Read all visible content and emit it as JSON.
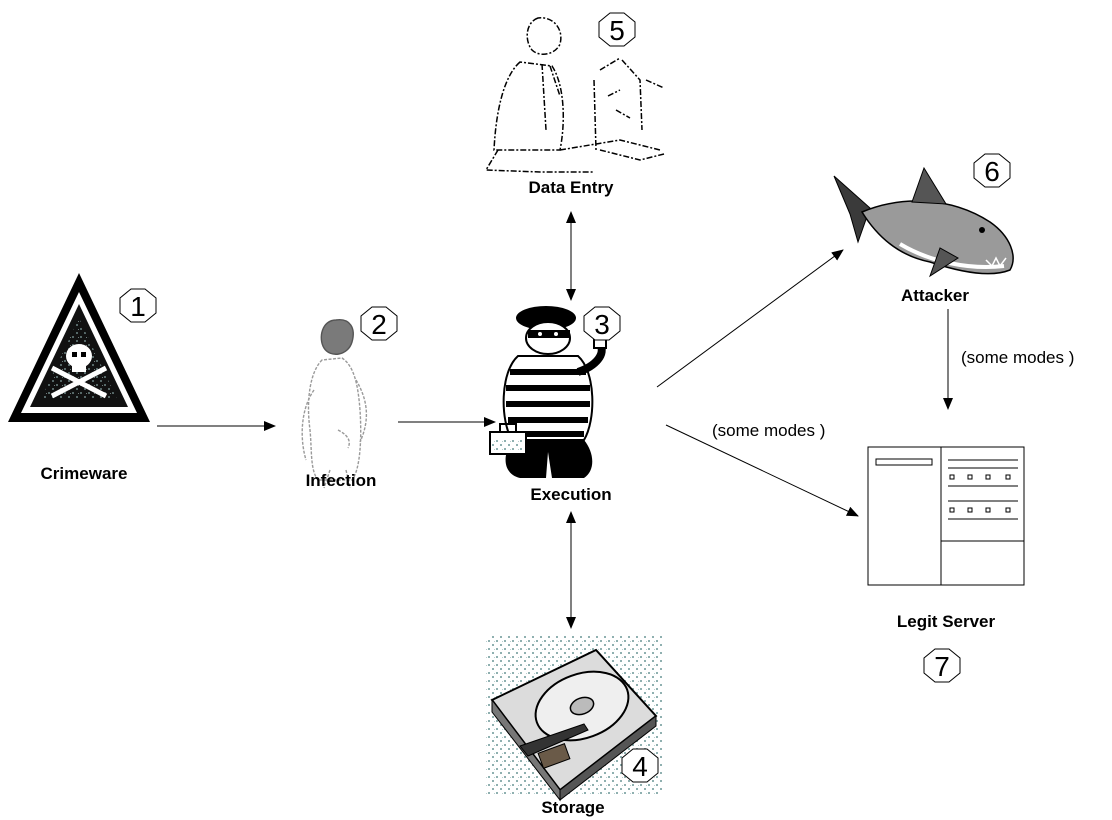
{
  "nodes": {
    "crimeware": {
      "label": "Crimeware",
      "step": "1",
      "icon": "skull-warning-triangle-icon"
    },
    "infection": {
      "label": "Infection",
      "step": "2",
      "icon": "person-user-icon"
    },
    "execution": {
      "label": "Execution",
      "step": "3",
      "icon": "burglar-icon"
    },
    "storage": {
      "label": "Storage",
      "step": "4",
      "icon": "hard-drive-icon"
    },
    "data_entry": {
      "label": "Data Entry",
      "step": "5",
      "icon": "person-at-desk-icon"
    },
    "attacker": {
      "label": "Attacker",
      "step": "6",
      "icon": "shark-icon"
    },
    "legit_server": {
      "label": "Legit Server",
      "step": "7",
      "icon": "server-cabinet-icon"
    }
  },
  "edges": {
    "execution_to_server": {
      "label": "(some modes  )"
    },
    "attacker_to_server": {
      "label": "(some modes  )"
    }
  },
  "colors": {
    "stroke": "#000000",
    "background": "#ffffff",
    "speckle": "#8fb0b0"
  }
}
